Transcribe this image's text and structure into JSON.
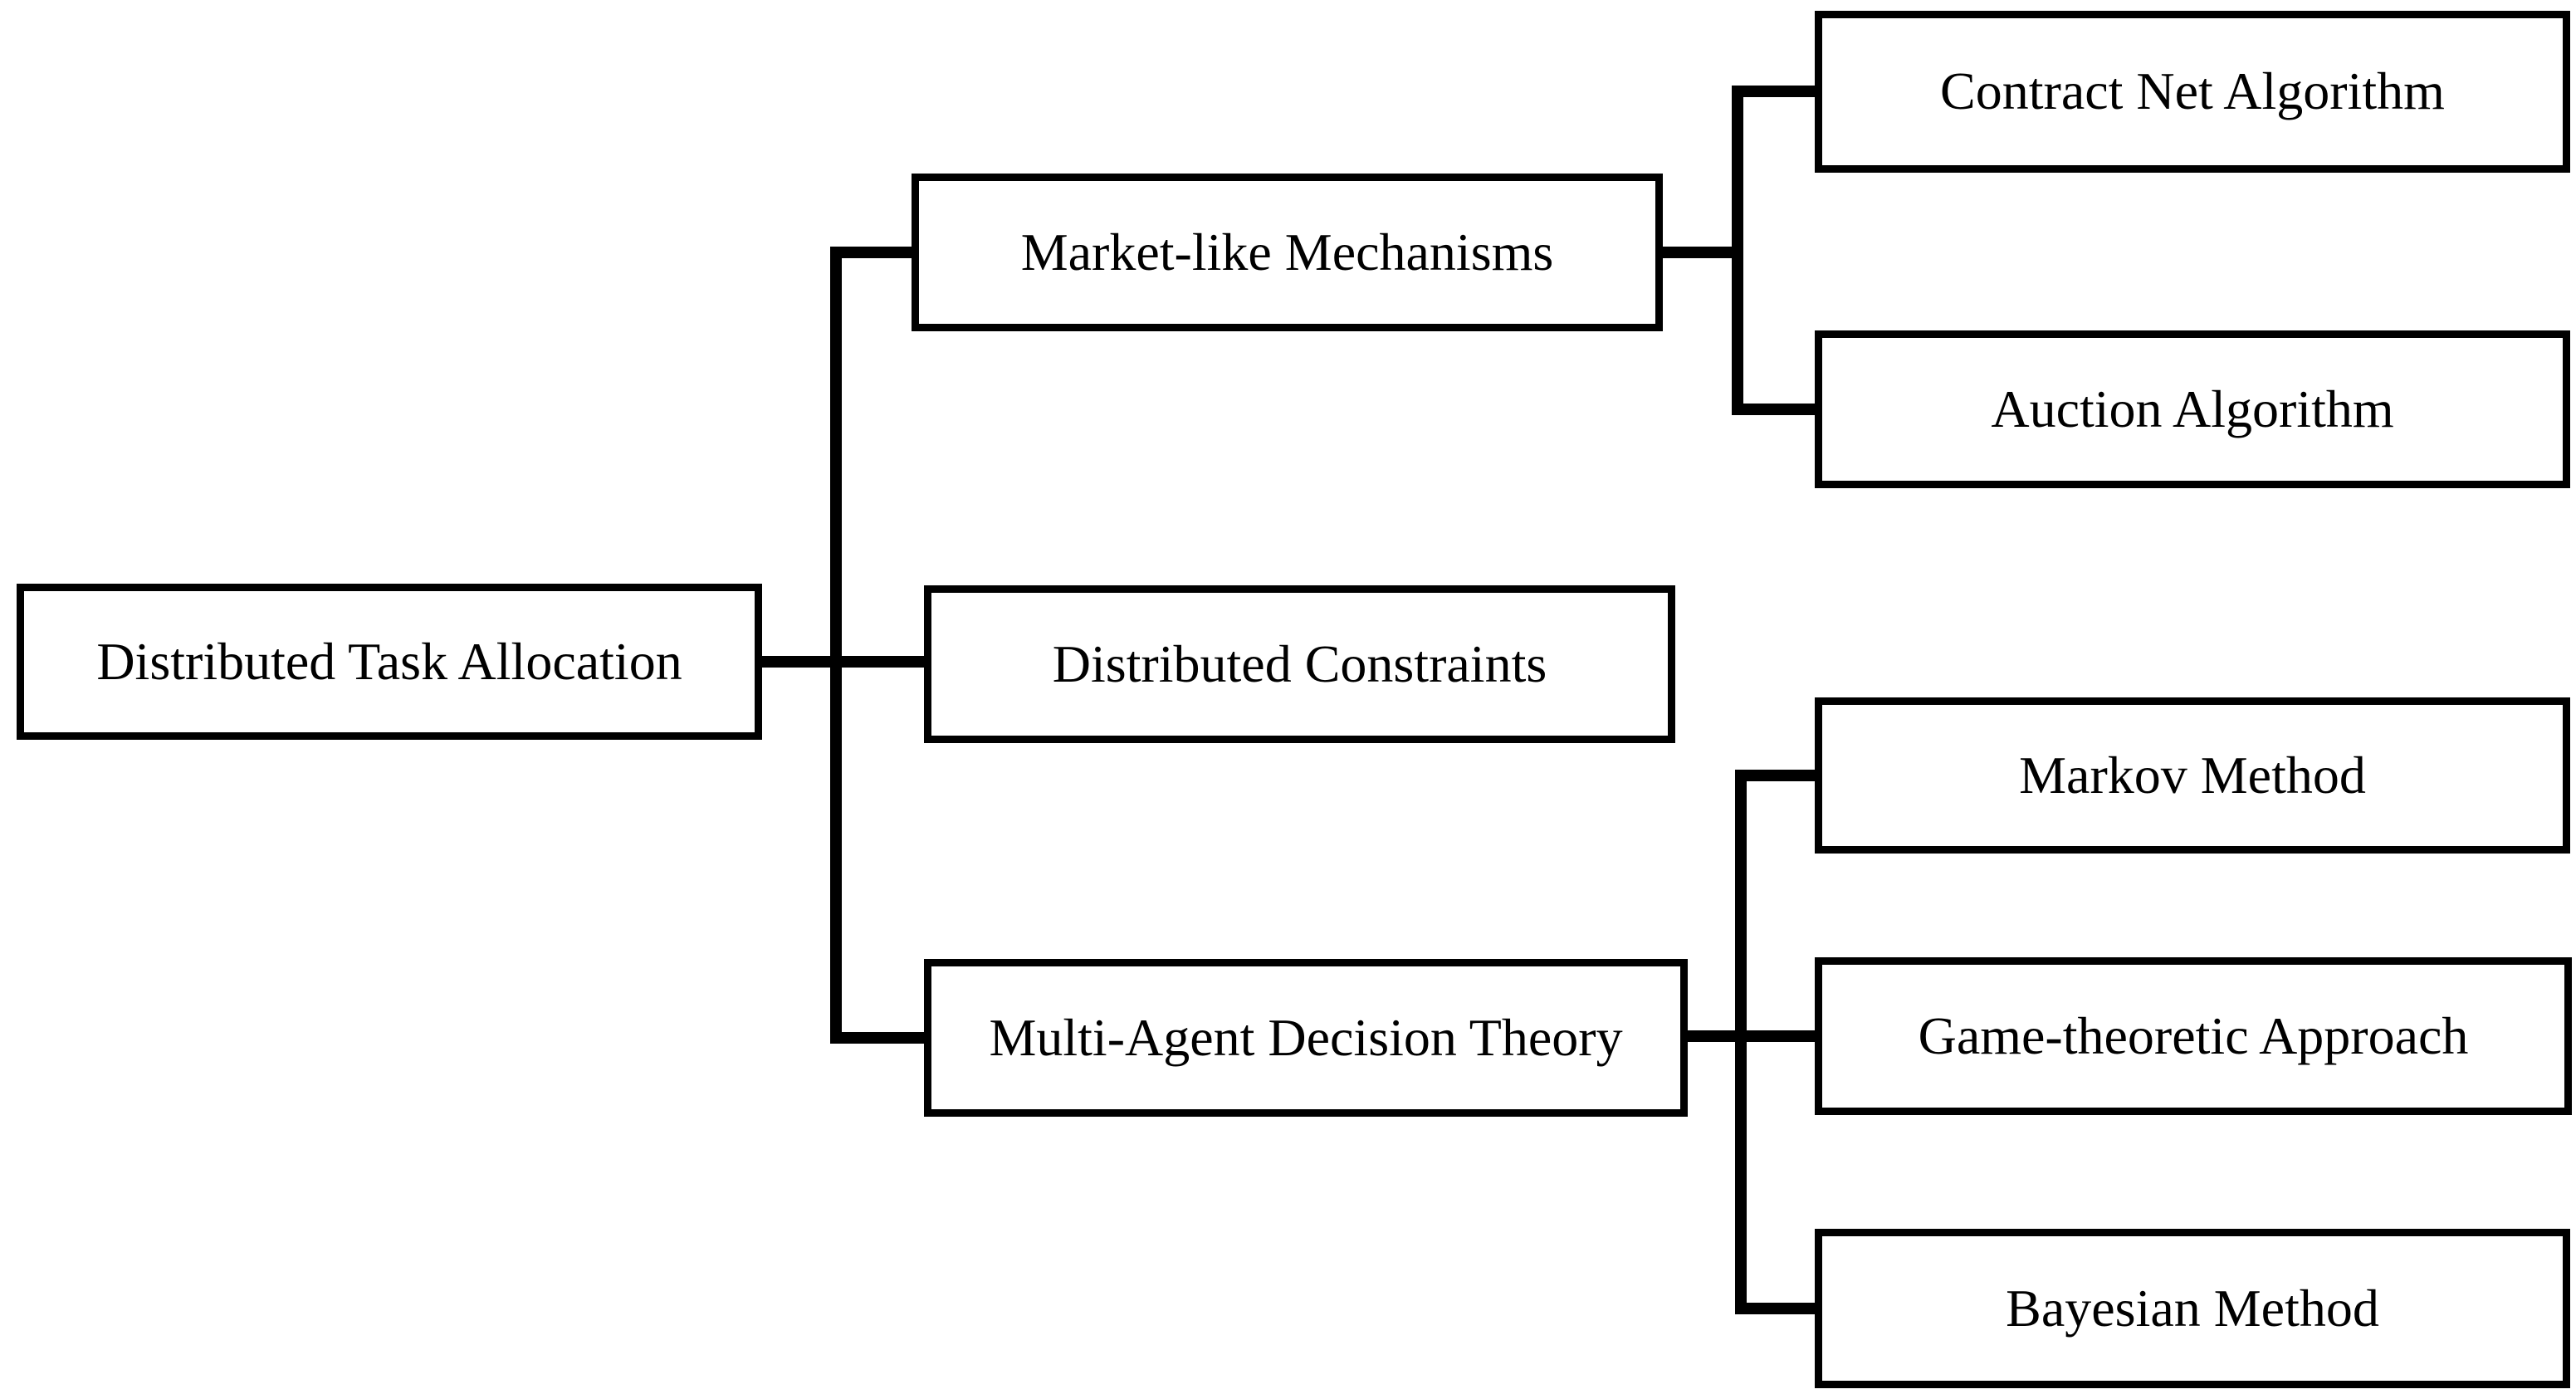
{
  "diagram": {
    "root": {
      "label": "Distributed Task Allocation"
    },
    "branches": [
      {
        "label": "Market-like Mechanisms",
        "children": [
          {
            "label": "Contract Net Algorithm"
          },
          {
            "label": "Auction Algorithm"
          }
        ]
      },
      {
        "label": "Distributed Constraints",
        "children": []
      },
      {
        "label": "Multi-Agent Decision Theory",
        "children": [
          {
            "label": "Markov Method"
          },
          {
            "label": "Game-theoretic Approach"
          },
          {
            "label": "Bayesian Method"
          }
        ]
      }
    ]
  },
  "colors": {
    "background": "#ffffff",
    "box_fill": "#ffffff",
    "box_border": "#000000",
    "connector": "#000000",
    "text": "#000000"
  }
}
